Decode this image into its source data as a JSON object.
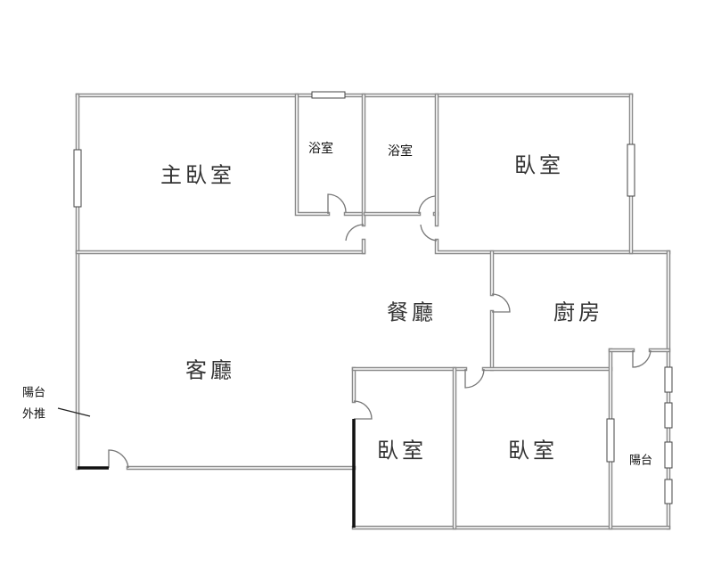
{
  "rooms": {
    "master_bedroom": "主臥室",
    "bathroom_1": "浴室",
    "bathroom_2": "浴室",
    "bedroom_ne": "臥室",
    "dining": "餐廳",
    "kitchen": "廚房",
    "living": "客廳",
    "bedroom_s1": "臥室",
    "bedroom_s2": "臥室",
    "balcony": "陽台"
  },
  "annotation": {
    "line1": "陽台",
    "line2": "外推"
  },
  "colors": {
    "wall": "#8a8a8a",
    "text": "#333333"
  }
}
